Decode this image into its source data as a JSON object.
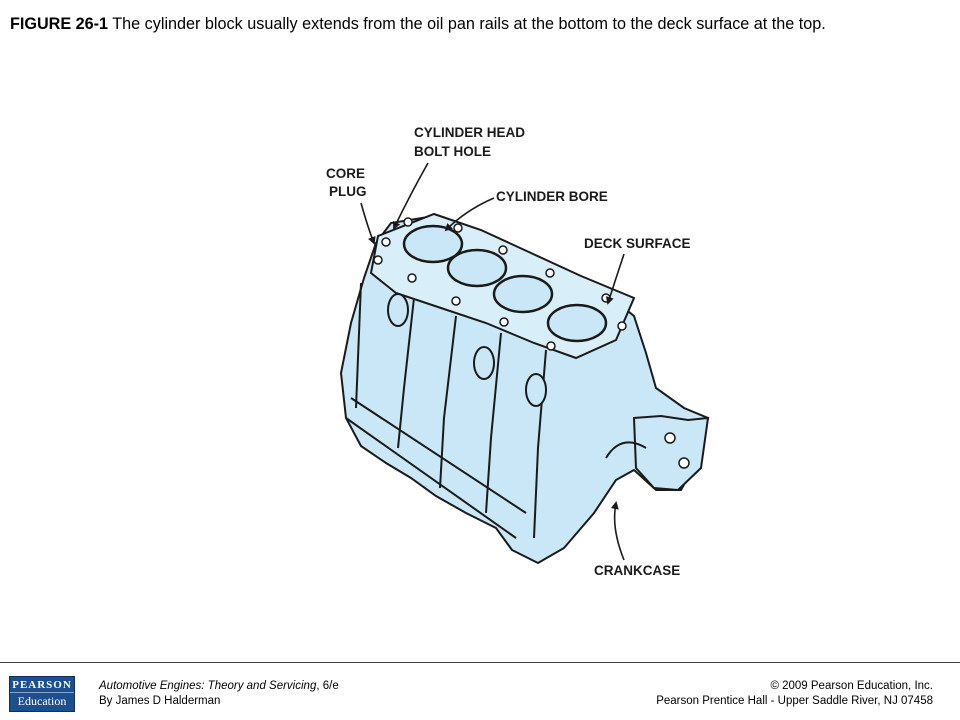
{
  "caption": {
    "figure_number": "FIGURE 26-1",
    "text": " The cylinder block usually extends from the oil pan rails at the bottom to the deck surface at the top."
  },
  "diagram": {
    "labels": {
      "cylinder_head_bolt_hole_1": "CYLINDER HEAD",
      "cylinder_head_bolt_hole_2": "BOLT HOLE",
      "core_plug_1": "CORE",
      "core_plug_2": "PLUG",
      "cylinder_bore": "CYLINDER BORE",
      "deck_surface": "DECK SURFACE",
      "crankcase": "CRANKCASE"
    },
    "colors": {
      "fill": "#c9e7f7",
      "stroke": "#1a1a1a"
    }
  },
  "footer": {
    "logo_top": "PEARSON",
    "logo_bottom": "Education",
    "book_title": "Automotive Engines: Theory and Servicing",
    "edition": ", 6/e",
    "author": "By James D Halderman",
    "copyright": "© 2009 Pearson Education, Inc.",
    "publisher": "Pearson Prentice Hall - Upper Saddle River, NJ 07458"
  }
}
